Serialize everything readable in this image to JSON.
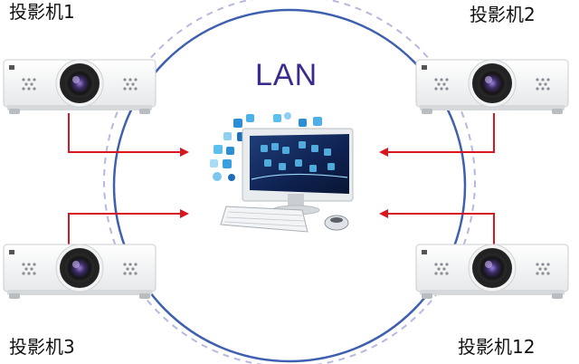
{
  "network_label": "LAN",
  "projectors": [
    {
      "id": "p1",
      "label": "投影机1"
    },
    {
      "id": "p2",
      "label": "投影机2"
    },
    {
      "id": "p3",
      "label": "投影机3"
    },
    {
      "id": "p12",
      "label": "投影机12"
    }
  ],
  "colors": {
    "ring_solid": "#3f5fb0",
    "ring_dashed": "#b6b9de",
    "arrow": "#d8161f",
    "lan_text": "#3a2b8e"
  }
}
